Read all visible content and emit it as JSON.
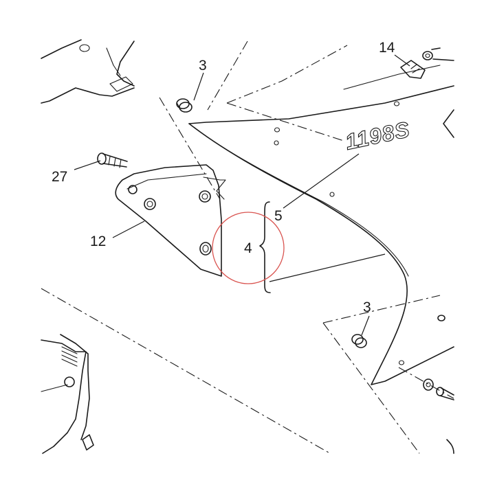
{
  "diagram": {
    "background": "#ffffff",
    "line_color": "#1a1a1a",
    "highlight_color": "#d9534f",
    "callouts": [
      {
        "id": "c3a",
        "text": "3"
      },
      {
        "id": "c14",
        "text": "14"
      },
      {
        "id": "c27",
        "text": "27"
      },
      {
        "id": "c5",
        "text": "5"
      },
      {
        "id": "c12",
        "text": "12"
      },
      {
        "id": "c4",
        "text": "4"
      },
      {
        "id": "c3b",
        "text": "3"
      }
    ],
    "fairing_logo": "1198S",
    "highlighted_callout": "4"
  }
}
